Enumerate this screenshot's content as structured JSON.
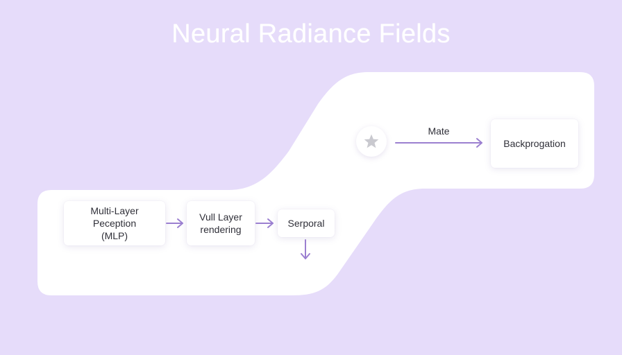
{
  "title": "Neural Radiance Fields",
  "nodes": {
    "mlp": {
      "line1": "Multi-Layer Peception",
      "line2": "(MLP)"
    },
    "volume": {
      "line1": "Vull Layer",
      "line2": "rendering"
    },
    "sepropal": {
      "label": "Serporal"
    },
    "backprop": {
      "label": "Backprogation"
    }
  },
  "edges": {
    "star_to_backprop_label": "Mate"
  },
  "icons": {
    "star": "star-icon"
  },
  "colors": {
    "background": "#e6dcfa",
    "panel": "#ffffff",
    "arrow": "#9b7fd0",
    "star": "#c9c9cf"
  }
}
